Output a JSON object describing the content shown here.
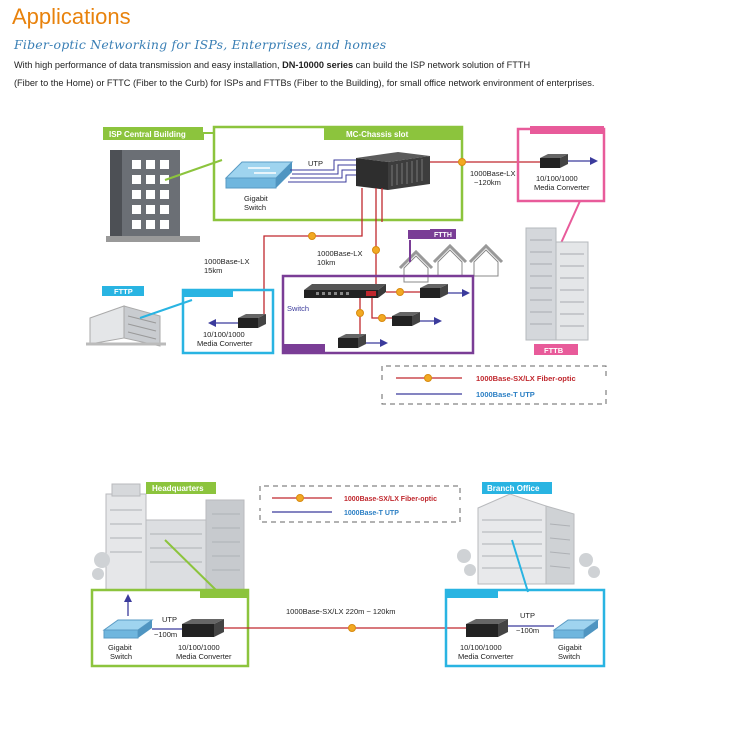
{
  "header": {
    "title": "Applications",
    "subtitle": "Fiber-optic Networking for  ISPs, Enterprises, and  homes",
    "line1_pre": "With high performance  of data transmission and easy  installation, ",
    "line1_bold": "DN-10000 series",
    "line1_post": " can build  the ISP network solution of  FTTH",
    "line2": "(Fiber to the Home)  or FTTC (Fiber to the Curb) for  ISPs and FTTBs (Fiber to  the Building), for small office  network environment of enterprises."
  },
  "diagram1": {
    "isp_label": "ISP Central Building",
    "chassis_label": "MC-Chassis slot",
    "ftth_label": "FTTH",
    "fttp_label": "FTTP",
    "fttb_label": "FTTB",
    "utp": "UTP",
    "gigabit_1": "Gigabit",
    "gigabit_2": "Switch",
    "link_right_1": "1000Base-LX",
    "link_right_2": "~120km",
    "mc_right_1": "10/100/1000",
    "mc_right_2": "Media Converter",
    "link_left_1": "1000Base-LX",
    "link_left_2": "15km",
    "link_mid_1": "1000Base-LX",
    "link_mid_2": "10km",
    "switch": "Switch",
    "mc_left_1": "10/100/1000",
    "mc_left_2": "Media Converter",
    "legend_fiber": "1000Base-SX/LX  Fiber-optic",
    "legend_utp": "1000Base-T  UTP"
  },
  "diagram2": {
    "hq_label": "Headquarters",
    "branch_label": "Branch Office",
    "legend_fiber": "1000Base-SX/LX  Fiber-optic",
    "legend_utp": "1000Base-T  UTP",
    "link": "1000Base-SX/LX 220m ~ 120km",
    "utp": "UTP",
    "utp_dist": "~100m",
    "gigabit_1": "Gigabit",
    "gigabit_2": "Switch",
    "mc_1": "10/100/1000",
    "mc_2": "Media Converter"
  },
  "colors": {
    "title": "#e8820c",
    "subtitle": "#3a7fb5",
    "green": "#8cc43d",
    "fiber": "#c0282e",
    "utp_line": "#3b3b9c",
    "cyan": "#29b4e2",
    "pink": "#e85b9a",
    "purple": "#7a3d96"
  }
}
